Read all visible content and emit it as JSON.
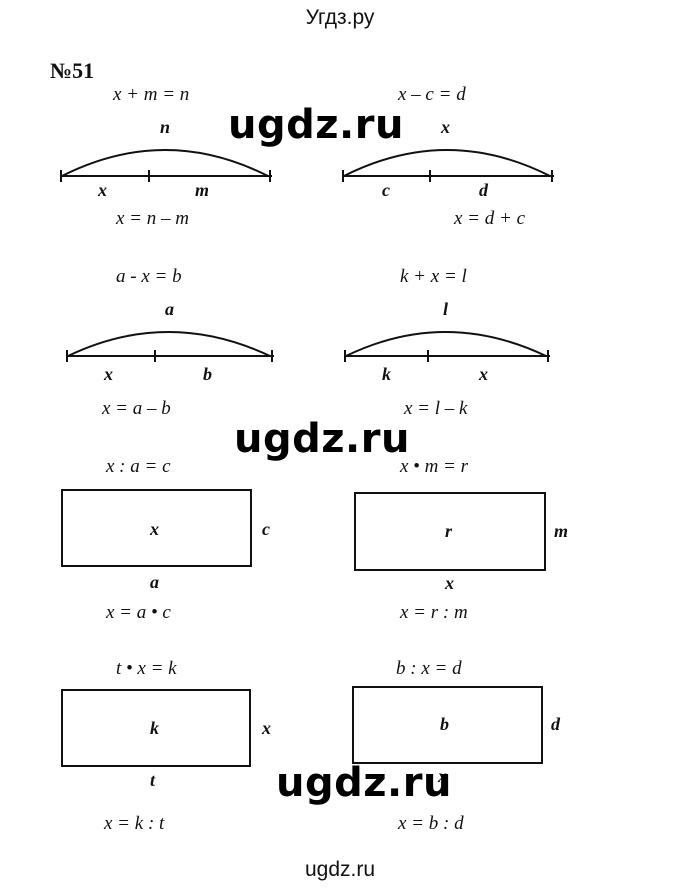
{
  "header": {
    "site_title": "Угдз.ру"
  },
  "task": {
    "number": "№51"
  },
  "watermark": {
    "text": "ugdz.ru"
  },
  "footer": {
    "site": "ugdz.ru"
  },
  "problems": [
    {
      "equation": "x + m = n",
      "top": "n",
      "left": "x",
      "right": "m",
      "answer": "x = n – m"
    },
    {
      "equation": "x – c = d",
      "top": "x",
      "left": "c",
      "right": "d",
      "answer": "x = d + c"
    },
    {
      "equation": "a  - x = b",
      "top": "a",
      "left": "x",
      "right": "b",
      "answer": "x = a – b"
    },
    {
      "equation": "k + x = l",
      "top": "l",
      "left": "k",
      "right": "x",
      "answer": "x = l – k"
    },
    {
      "equation": "x : a = c",
      "inside": "x",
      "side": "c",
      "bottom": "a",
      "answer": "x = a • c"
    },
    {
      "equation": "x • m = r",
      "inside": "r",
      "side": "m",
      "bottom": "x",
      "answer": "x = r : m"
    },
    {
      "equation": "t • x = k",
      "inside": "k",
      "side": "x",
      "bottom": "t",
      "answer": "x = k : t"
    },
    {
      "equation": "b : x = d",
      "inside": "b",
      "side": "d",
      "bottom": "x",
      "answer": "x = b : d"
    }
  ]
}
